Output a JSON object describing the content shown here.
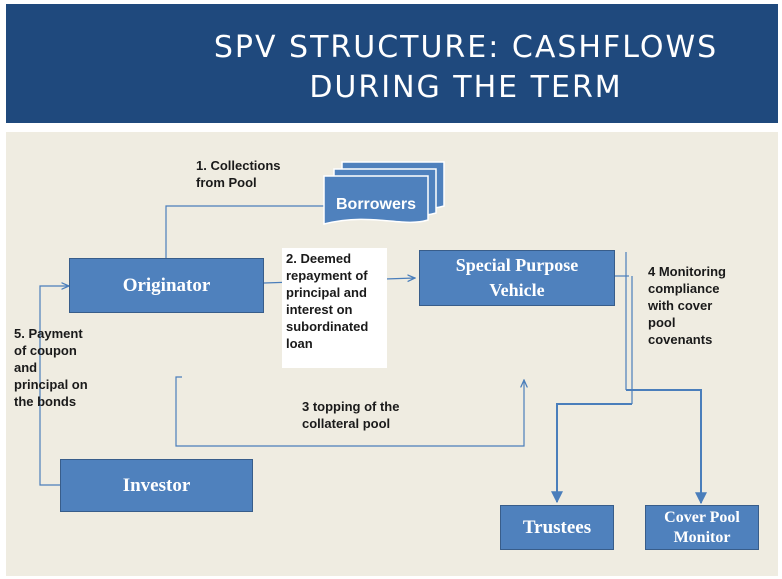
{
  "header": {
    "title_line1": "SPV STRUCTURE: CASHFLOWS",
    "title_line2": "DURING THE TERM"
  },
  "nodes": {
    "originator": "Originator",
    "spv_line1": "Special Purpose",
    "spv_line2": "Vehicle",
    "borrowers": "Borrowers",
    "investor": "Investor",
    "trustees": "Trustees",
    "monitor_line1": "Cover Pool",
    "monitor_line2": "Monitor"
  },
  "labels": {
    "step1": [
      "1. Collections",
      "from Pool"
    ],
    "step2": [
      "2. Deemed",
      "repayment of",
      "principal and",
      "interest on",
      "subordinated",
      "loan"
    ],
    "step3": [
      "3  topping of the",
      "collateral pool"
    ],
    "step4": [
      "4 Monitoring",
      "compliance",
      "with cover",
      "pool",
      "covenants"
    ],
    "step5": [
      "5.  Payment",
      "of coupon",
      "and",
      "principal on",
      "the bonds"
    ]
  },
  "colors": {
    "header_bg": "#1f497d",
    "panel_bg": "#efece1",
    "box_fill": "#4f81bd",
    "connector": "#4a7ebb"
  }
}
